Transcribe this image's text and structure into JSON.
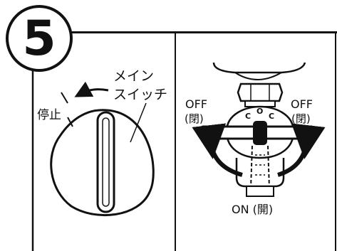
{
  "step": {
    "number": "5"
  },
  "left_panel": {
    "label_main_switch_line1": "メイン",
    "label_main_switch_line2": "スイッチ",
    "label_stop": "停止"
  },
  "right_panel": {
    "label_off_left": "OFF",
    "label_off_left_sub": "(閉)",
    "label_off_right": "OFF",
    "label_off_right_sub": "(閉)",
    "label_on": "ON (開)",
    "valve_marks": [
      "C",
      "O",
      "C"
    ]
  },
  "colors": {
    "ink": "#111111",
    "paper": "#ffffff"
  }
}
